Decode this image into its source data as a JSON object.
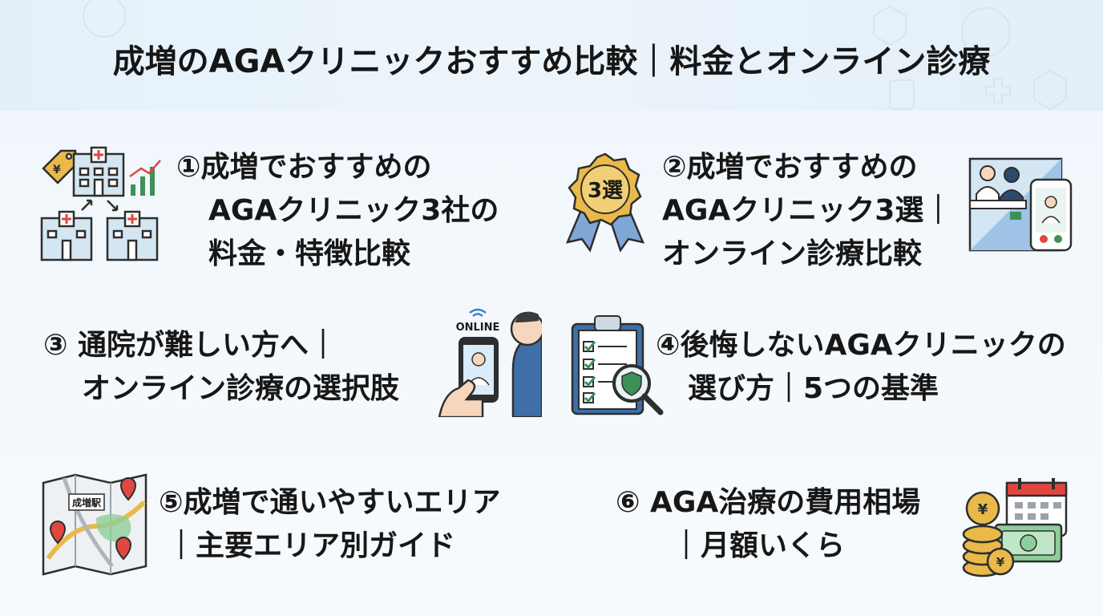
{
  "title": "成増のAGAクリニックおすすめ比較｜料金とオンライン診療",
  "sections": [
    {
      "lines": [
        "①成増でおすすめの",
        "AGAクリニック3社の",
        "料金・特徴比較"
      ],
      "icon": "clinics-comparison-icon"
    },
    {
      "lines": [
        "②成増でおすすめの",
        "AGAクリニック3選｜",
        "オンライン診療比較"
      ],
      "icon": "award-ribbon-icon",
      "badge": "3選"
    },
    {
      "lines": [
        "③ 通院が難しい方へ｜",
        "オンライン診療の選択肢"
      ],
      "icon": "online-consultation-icon",
      "badge": "ONLINE"
    },
    {
      "lines": [
        "④後悔しないAGAクリニックの",
        "選び方｜5つの基準"
      ],
      "icon": "checklist-magnifier-icon"
    },
    {
      "lines": [
        "⑤成増で通いやすいエリア",
        "｜主要エリア別ガイド"
      ],
      "icon": "area-map-icon",
      "badge": "成増駅"
    },
    {
      "lines": [
        "⑥ AGA治療の費用相場",
        "｜月額いくら"
      ],
      "icon": "cost-money-icon"
    }
  ],
  "colors": {
    "accent_red": "#e0473f",
    "accent_blue": "#4a7fc0",
    "gold": "#e9b94a",
    "teal": "#8ec7c6"
  }
}
